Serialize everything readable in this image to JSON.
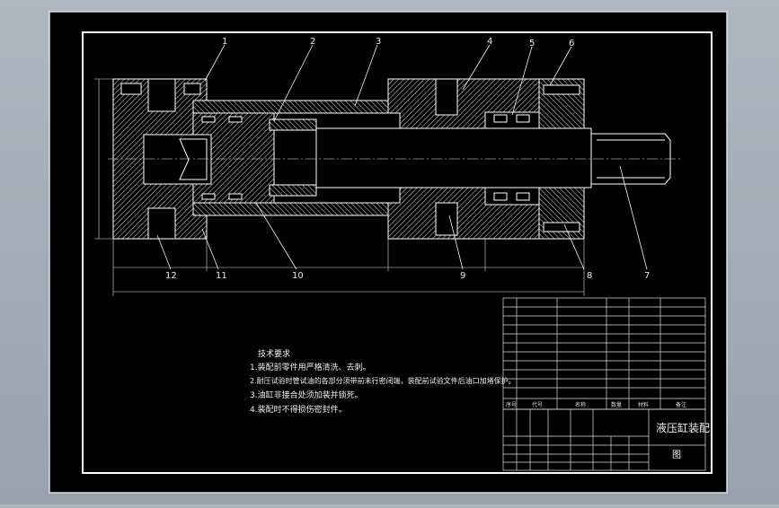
{
  "drawing": {
    "part_numbers": [
      "1",
      "2",
      "3",
      "4",
      "5",
      "6",
      "7",
      "8",
      "9",
      "10",
      "11",
      "12"
    ],
    "technical_requirements": {
      "heading": "技术要求",
      "items": [
        "1.装配前零件用严格清洗、去刺。",
        "2.耐压试验时管试油的各部分须带前未行密闭端，装配前试验文件后油口加堵保护。",
        "3.油缸非接合处须加装并锁死。",
        "4.装配时不得损伤密封件。"
      ]
    },
    "title_block": {
      "title": "液压缸装配",
      "drawing_type": "图",
      "col_headers": [
        "序号",
        "代号",
        "名称",
        "数量",
        "材料",
        "备注"
      ]
    },
    "colors": {
      "paper": "#000000",
      "line": "#ffffff",
      "hatch": "#cfcfcf",
      "leader": "#f2f2f2",
      "frame_bg": "#a6afbb"
    }
  }
}
